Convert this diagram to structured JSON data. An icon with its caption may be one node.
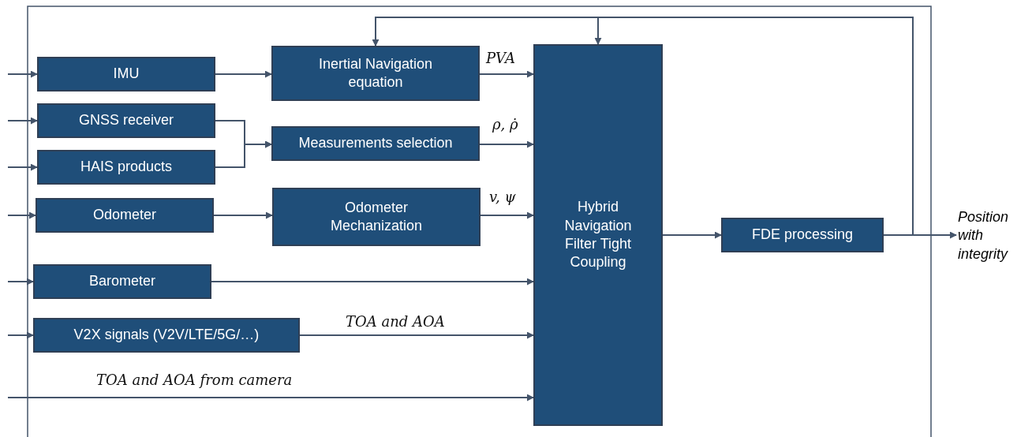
{
  "diagram": {
    "nodes": [
      {
        "text": [
          "IMU"
        ]
      },
      {
        "text": [
          "Inertial Navigation equation"
        ]
      },
      {
        "text": [
          "GNSS receiver"
        ]
      },
      {
        "text": [
          "HAIS products"
        ]
      },
      {
        "text": [
          "Measurements selection"
        ]
      },
      {
        "text": [
          "Odometer"
        ]
      },
      {
        "text": [
          "Odometer Mechanization"
        ]
      },
      {
        "text": [
          "Barometer"
        ]
      },
      {
        "text": [
          "V2X signals (V2V/LTE/5G/…)"
        ]
      },
      {
        "text": [
          "Hybrid Navigation Filter Tight Coupling"
        ]
      },
      {
        "text": [
          "FDE processing"
        ]
      },
      {
        "text": [
          "Position with integrity"
        ]
      }
    ],
    "edges": [
      {
        "from": null,
        "to": 0,
        "arrow": "to"
      },
      {
        "from": null,
        "to": 2,
        "arrow": "to"
      },
      {
        "from": null,
        "to": 3,
        "arrow": "to"
      },
      {
        "from": null,
        "to": 5,
        "arrow": "to"
      },
      {
        "from": null,
        "to": 7,
        "arrow": "to"
      },
      {
        "from": null,
        "to": 8,
        "arrow": "to"
      },
      {
        "from": null,
        "to": 9,
        "arrow": "to",
        "label": "TOA and AOA from camera"
      },
      {
        "from": 0,
        "to": 1,
        "arrow": "to"
      },
      {
        "from": 1,
        "to": 9,
        "arrow": "to",
        "label": "PVA"
      },
      {
        "from": 2,
        "to": 4,
        "arrow": "to"
      },
      {
        "from": 3,
        "to": 4,
        "arrow": "to"
      },
      {
        "from": 4,
        "to": 9,
        "arrow": "to",
        "label": "ρ, ρ̇"
      },
      {
        "from": 5,
        "to": 6,
        "arrow": "to"
      },
      {
        "from": 6,
        "to": 9,
        "arrow": "to",
        "label": "v, ψ"
      },
      {
        "from": 7,
        "to": 9,
        "arrow": "to"
      },
      {
        "from": 8,
        "to": 9,
        "arrow": "to",
        "label": "TOA and AOA"
      },
      {
        "from": 9,
        "to": 10,
        "arrow": "to"
      },
      {
        "from": 10,
        "to": 11,
        "arrow": "to"
      },
      {
        "from": 10,
        "to": 1,
        "arrow": "to"
      },
      {
        "from": 10,
        "to": 9,
        "arrow": "to"
      }
    ]
  }
}
